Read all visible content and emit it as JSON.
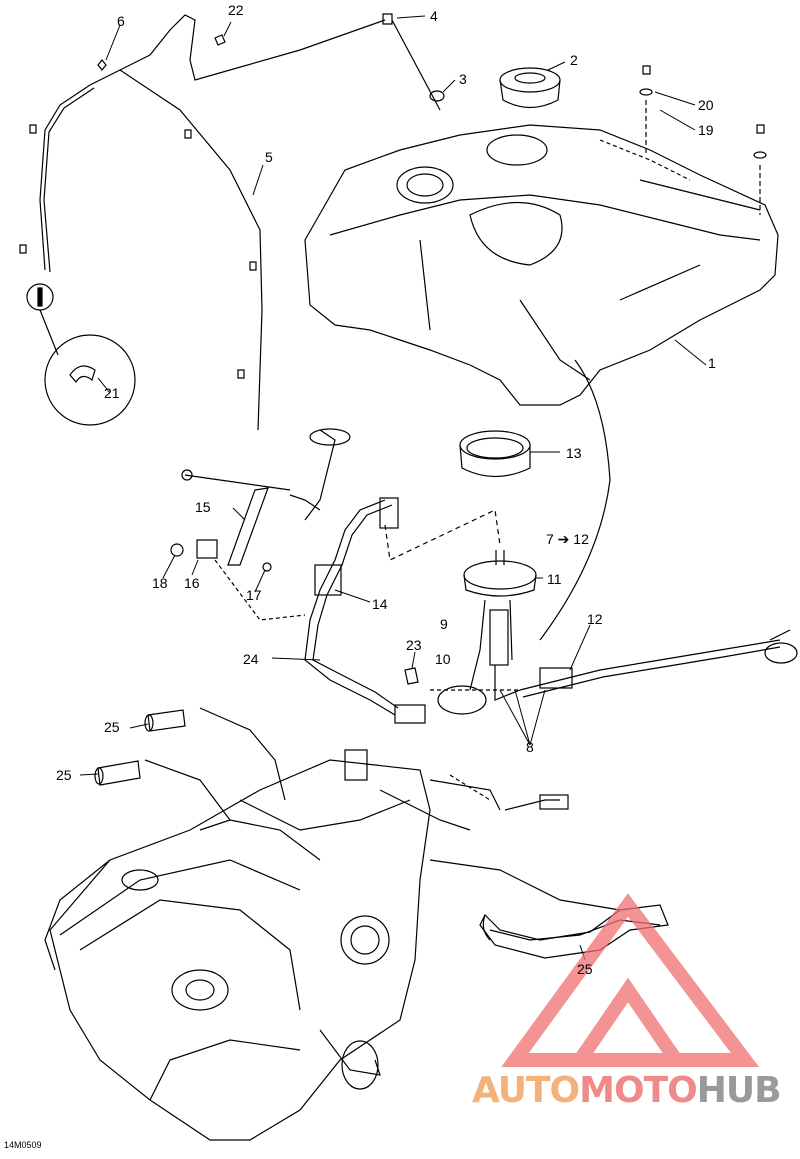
{
  "callouts": {
    "c1": "1",
    "c2": "2",
    "c3": "3",
    "c4": "4",
    "c5": "5",
    "c6": "6",
    "c7_12": "7 ➔ 12",
    "c8": "8",
    "c9": "9",
    "c10": "10",
    "c11": "11",
    "c12": "12",
    "c13": "13",
    "c14": "14",
    "c15": "15",
    "c16": "16",
    "c17": "17",
    "c18": "18",
    "c19": "19",
    "c20": "20",
    "c21": "21",
    "c22": "22",
    "c23": "23",
    "c24": "24",
    "c25a": "25",
    "c25b": "25",
    "c25c": "25"
  },
  "reference_code": "14M0509",
  "watermark": {
    "part1": "AUTO",
    "part2": "MOTO",
    "part3": "HUB"
  },
  "colors": {
    "line": "#000000",
    "watermark_red": "#f07070",
    "watermark_orange": "#f4b27a",
    "watermark_gray": "#9a9a9a"
  }
}
